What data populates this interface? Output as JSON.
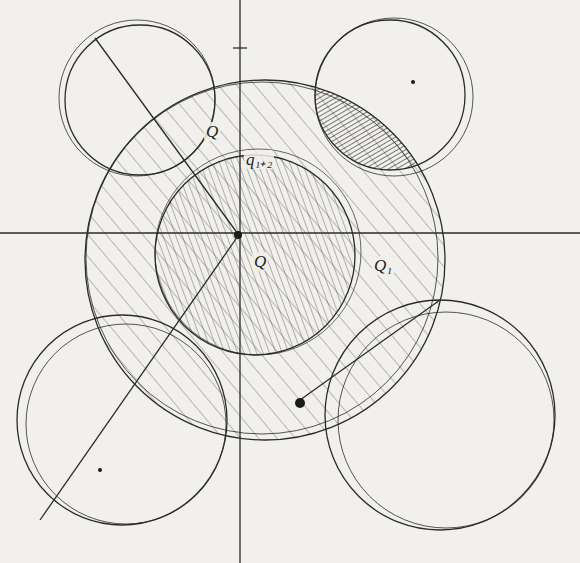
{
  "diagram": {
    "labels": [
      "Q",
      "q₁₊₂",
      "Q",
      "Q₁"
    ]
  }
}
